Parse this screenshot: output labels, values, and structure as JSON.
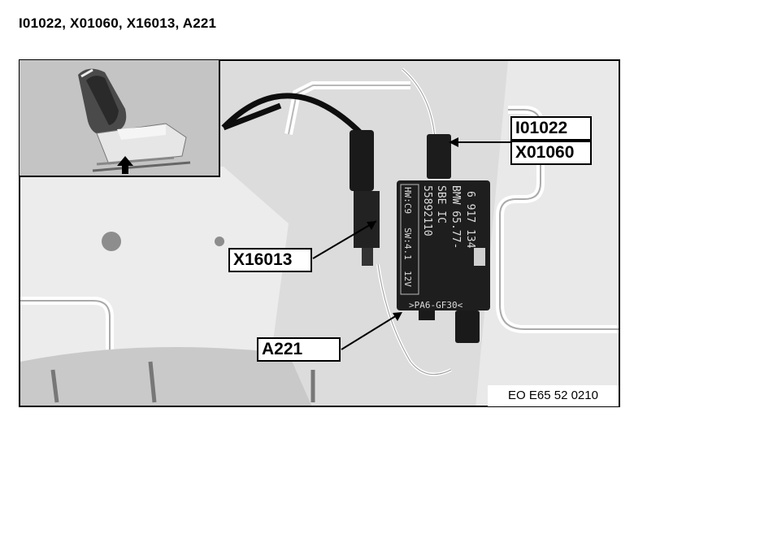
{
  "page_title": "I01022, X01060, X16013, A221",
  "callouts": {
    "i01022": "I01022",
    "x01060": "X01060",
    "x16013": "X16013",
    "a221": "A221"
  },
  "caption": "EO E65 52 0210",
  "module_label": {
    "line1": "SBE IC",
    "line2": "BMW 65.77-",
    "line3": "6 917 134",
    "line4": "55892110",
    "side1": "HW:C9",
    "side2": "SW:4.1",
    "side3": "12V",
    "bottom": ">PA6-GF30<"
  },
  "colors": {
    "frame": "#000000",
    "background": "#e2e2e2",
    "module": "#1e1e1e"
  }
}
